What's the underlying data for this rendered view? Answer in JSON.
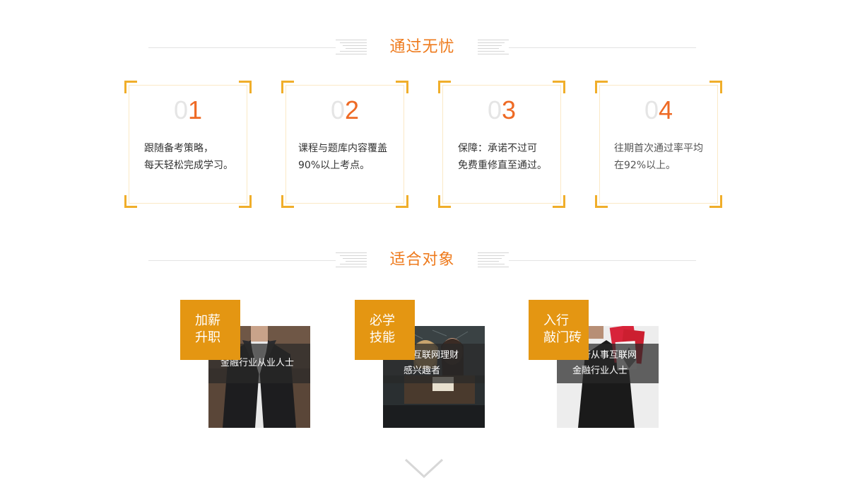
{
  "sections": {
    "pass": {
      "title": "通过无忧"
    },
    "audience": {
      "title": "适合对象"
    }
  },
  "features": [
    {
      "num_lead": "0",
      "num_tail": "1",
      "line1": "跟随备考策略，",
      "line2": "每天轻松完成学习。"
    },
    {
      "num_lead": "0",
      "num_tail": "2",
      "line1": "课程与题库内容覆盖",
      "line2": "90%以上考点。"
    },
    {
      "num_lead": "0",
      "num_tail": "3",
      "line1": "保障：承诺不过可",
      "line2": "免费重修直至通过。"
    },
    {
      "num_lead": "0",
      "num_tail": "4",
      "line1": "往期首次通过率平均",
      "line2": "在92%以上。"
    }
  ],
  "audience": [
    {
      "tag1": "加薪",
      "tag2": "升职",
      "caption1": "金融行业从业人士",
      "caption2": ""
    },
    {
      "tag1": "必学",
      "tag2": "技能",
      "caption1": "对互联网理财",
      "caption2": "感兴趣者"
    },
    {
      "tag1": "入行",
      "tag2": "敲门砖",
      "caption1": "转行从事互联网",
      "caption2": "金融行业人士"
    }
  ],
  "colors": {
    "accent_orange": "#ee7a1c",
    "number_orange": "#ee6a25",
    "corner_gold": "#f0ae2a",
    "tag_gold": "#e49612"
  },
  "icons": {
    "scroll_down": "chevron-down-icon"
  }
}
